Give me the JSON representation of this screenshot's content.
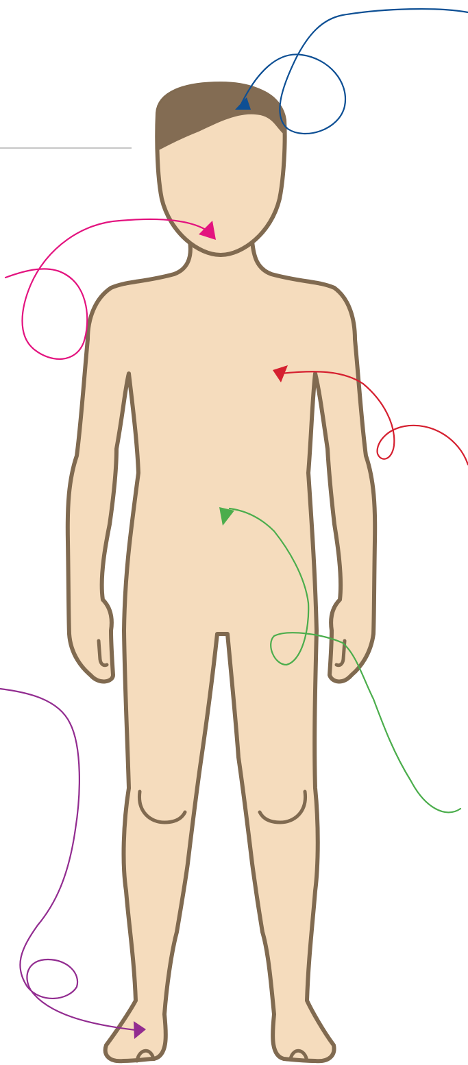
{
  "figure": {
    "background": "#ffffff",
    "skin_color": "#f5dcbd",
    "outline_color": "#806a50",
    "hair_color": "#836c53",
    "rule_color": "#b3b3b3"
  },
  "arrows": [
    {
      "id": "head",
      "color": "#0d4f94",
      "target": "head"
    },
    {
      "id": "mouth",
      "color": "#e3137f",
      "target": "mouth"
    },
    {
      "id": "chest",
      "color": "#d52030",
      "target": "chest"
    },
    {
      "id": "abdomen",
      "color": "#4bad4c",
      "target": "abdomen"
    },
    {
      "id": "foot",
      "color": "#922c90",
      "target": "foot"
    }
  ]
}
